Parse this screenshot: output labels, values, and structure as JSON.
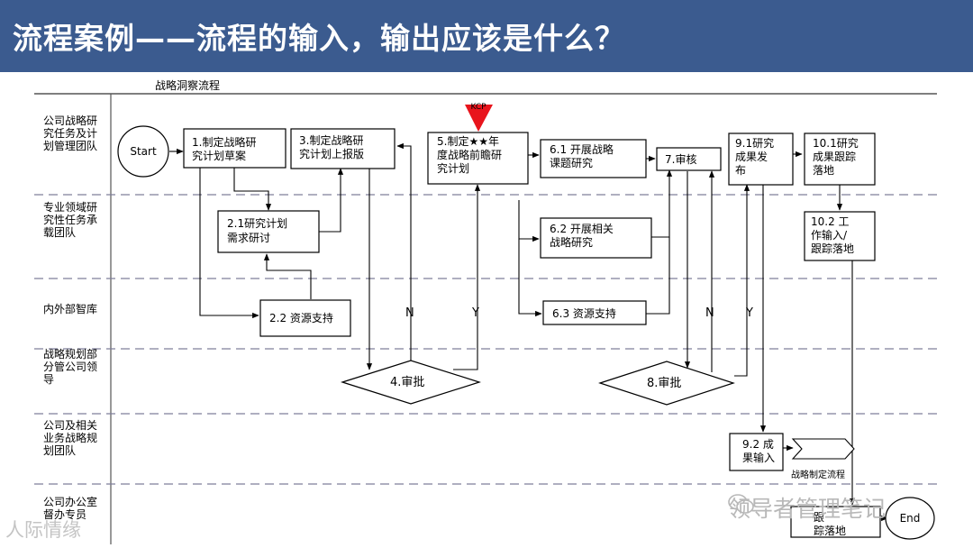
{
  "slide": {
    "title": "流程案例——流程的输入，输出应该是什么？"
  },
  "diagram": {
    "header": "战略洞察流程",
    "lanes": [
      [
        "公司战略研",
        "究任务及计",
        "划管理团队"
      ],
      [
        "专业领域研",
        "究性任务承",
        "载团队"
      ],
      [
        "内外部智库"
      ],
      [
        "战略规划部",
        "分管公司领",
        "导"
      ],
      [
        "公司及相关",
        "业务战略规",
        "划团队"
      ],
      [
        "公司办公室",
        "督办专员"
      ]
    ],
    "start_label": "Start",
    "end_label": "End",
    "kcp_label": "KCP",
    "steps": {
      "s1": [
        "1.制定战略研",
        "究计划草案"
      ],
      "s21": [
        "2.1研究计划",
        "需求研讨"
      ],
      "s22": [
        "2.2 资源支持"
      ],
      "s3": [
        "3.制定战略研",
        "究计划上报版"
      ],
      "s4": [
        "4.审批"
      ],
      "s5": [
        "5.制定★★年",
        "度战略前瞻研",
        "究计划"
      ],
      "s61": [
        "6.1 开展战略",
        "课题研究"
      ],
      "s62": [
        "6.2 开展相关",
        "战略研究"
      ],
      "s63": [
        "6.3 资源支持"
      ],
      "s7": [
        "7.审核"
      ],
      "s8": [
        "8.审批"
      ],
      "s91": [
        "9.1研究",
        "成果发",
        "布"
      ],
      "s92": [
        "9.2 成",
        "果输入"
      ],
      "s101": [
        "10.1研究",
        "成果跟踪",
        "落地"
      ],
      "s102": [
        "10.2 工",
        "作输入/",
        "跟踪落地"
      ],
      "s103": [
        "跟",
        "踪落地"
      ]
    },
    "edge_labels": {
      "n": "N",
      "y": "Y"
    },
    "offpage_label": "战略制定流程"
  },
  "watermarks": {
    "right": "领导者管理笔记",
    "left": "人际情缘"
  },
  "colors": {
    "title_bg": "#3b5b8f",
    "kcp": "#e8141c",
    "line": "#000000",
    "lane_divider": "#7f7f9a"
  }
}
